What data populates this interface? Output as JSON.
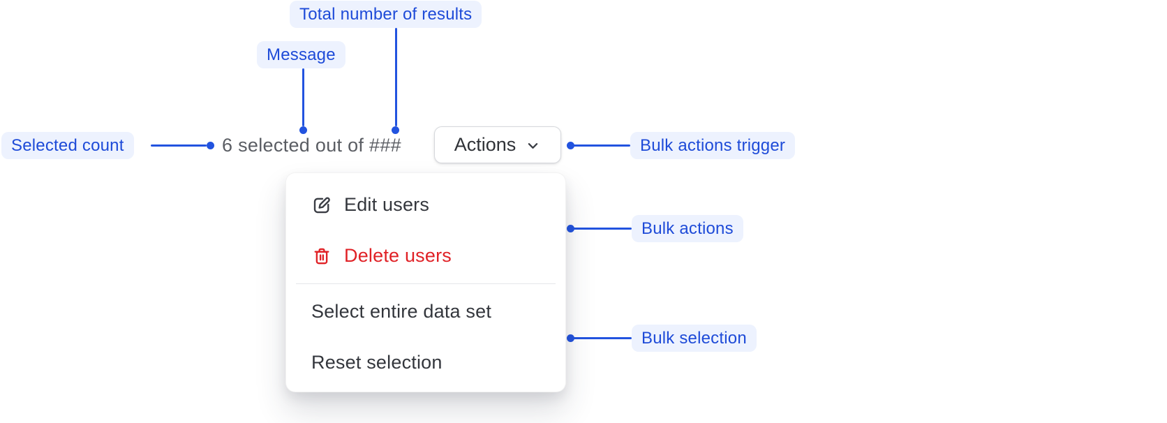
{
  "annotations": {
    "total_results": "Total number of results",
    "message": "Message",
    "selected_count": "Selected count",
    "bulk_actions_trigger": "Bulk actions trigger",
    "bulk_actions": "Bulk actions",
    "bulk_selection": "Bulk selection"
  },
  "bulk_bar": {
    "message": "6 selected out of ###",
    "actions_label": "Actions"
  },
  "menu": {
    "edit_users": "Edit users",
    "delete_users": "Delete users",
    "select_entire": "Select entire data set",
    "reset_selection": "Reset selection"
  },
  "icons": {
    "trigger_chevron": "chevron-down-icon",
    "edit": "edit-icon",
    "delete": "trash-icon"
  },
  "colors": {
    "annotation_blue": "#2253DF",
    "annotation_bg": "#EDF2FE",
    "menu_text": "#33363C",
    "danger_red": "#E02126",
    "muted_text": "#5A5D63",
    "button_border": "#D6D8DC"
  }
}
